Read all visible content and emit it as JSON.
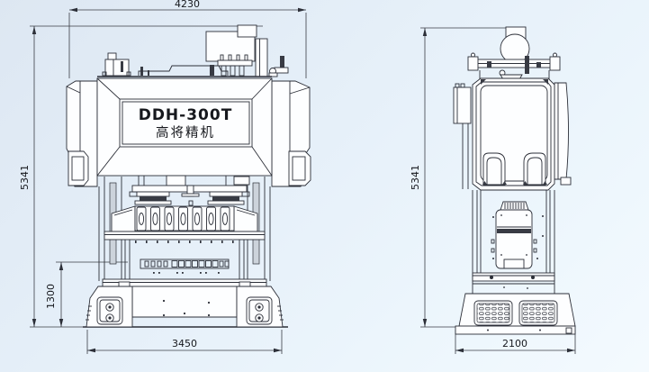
{
  "machine": {
    "model": "DDH-300T",
    "brand": "高将精机"
  },
  "dimensions": {
    "front_width": "4230",
    "front_height": "5341",
    "front_base_height": "1300",
    "front_base_width": "3450",
    "side_height": "5341",
    "side_base_width": "2100"
  },
  "colors": {
    "background_top": "#dde7f2",
    "background_bottom": "#f4fafe",
    "line": "#2c2f38",
    "dim_text": "#15171c"
  }
}
